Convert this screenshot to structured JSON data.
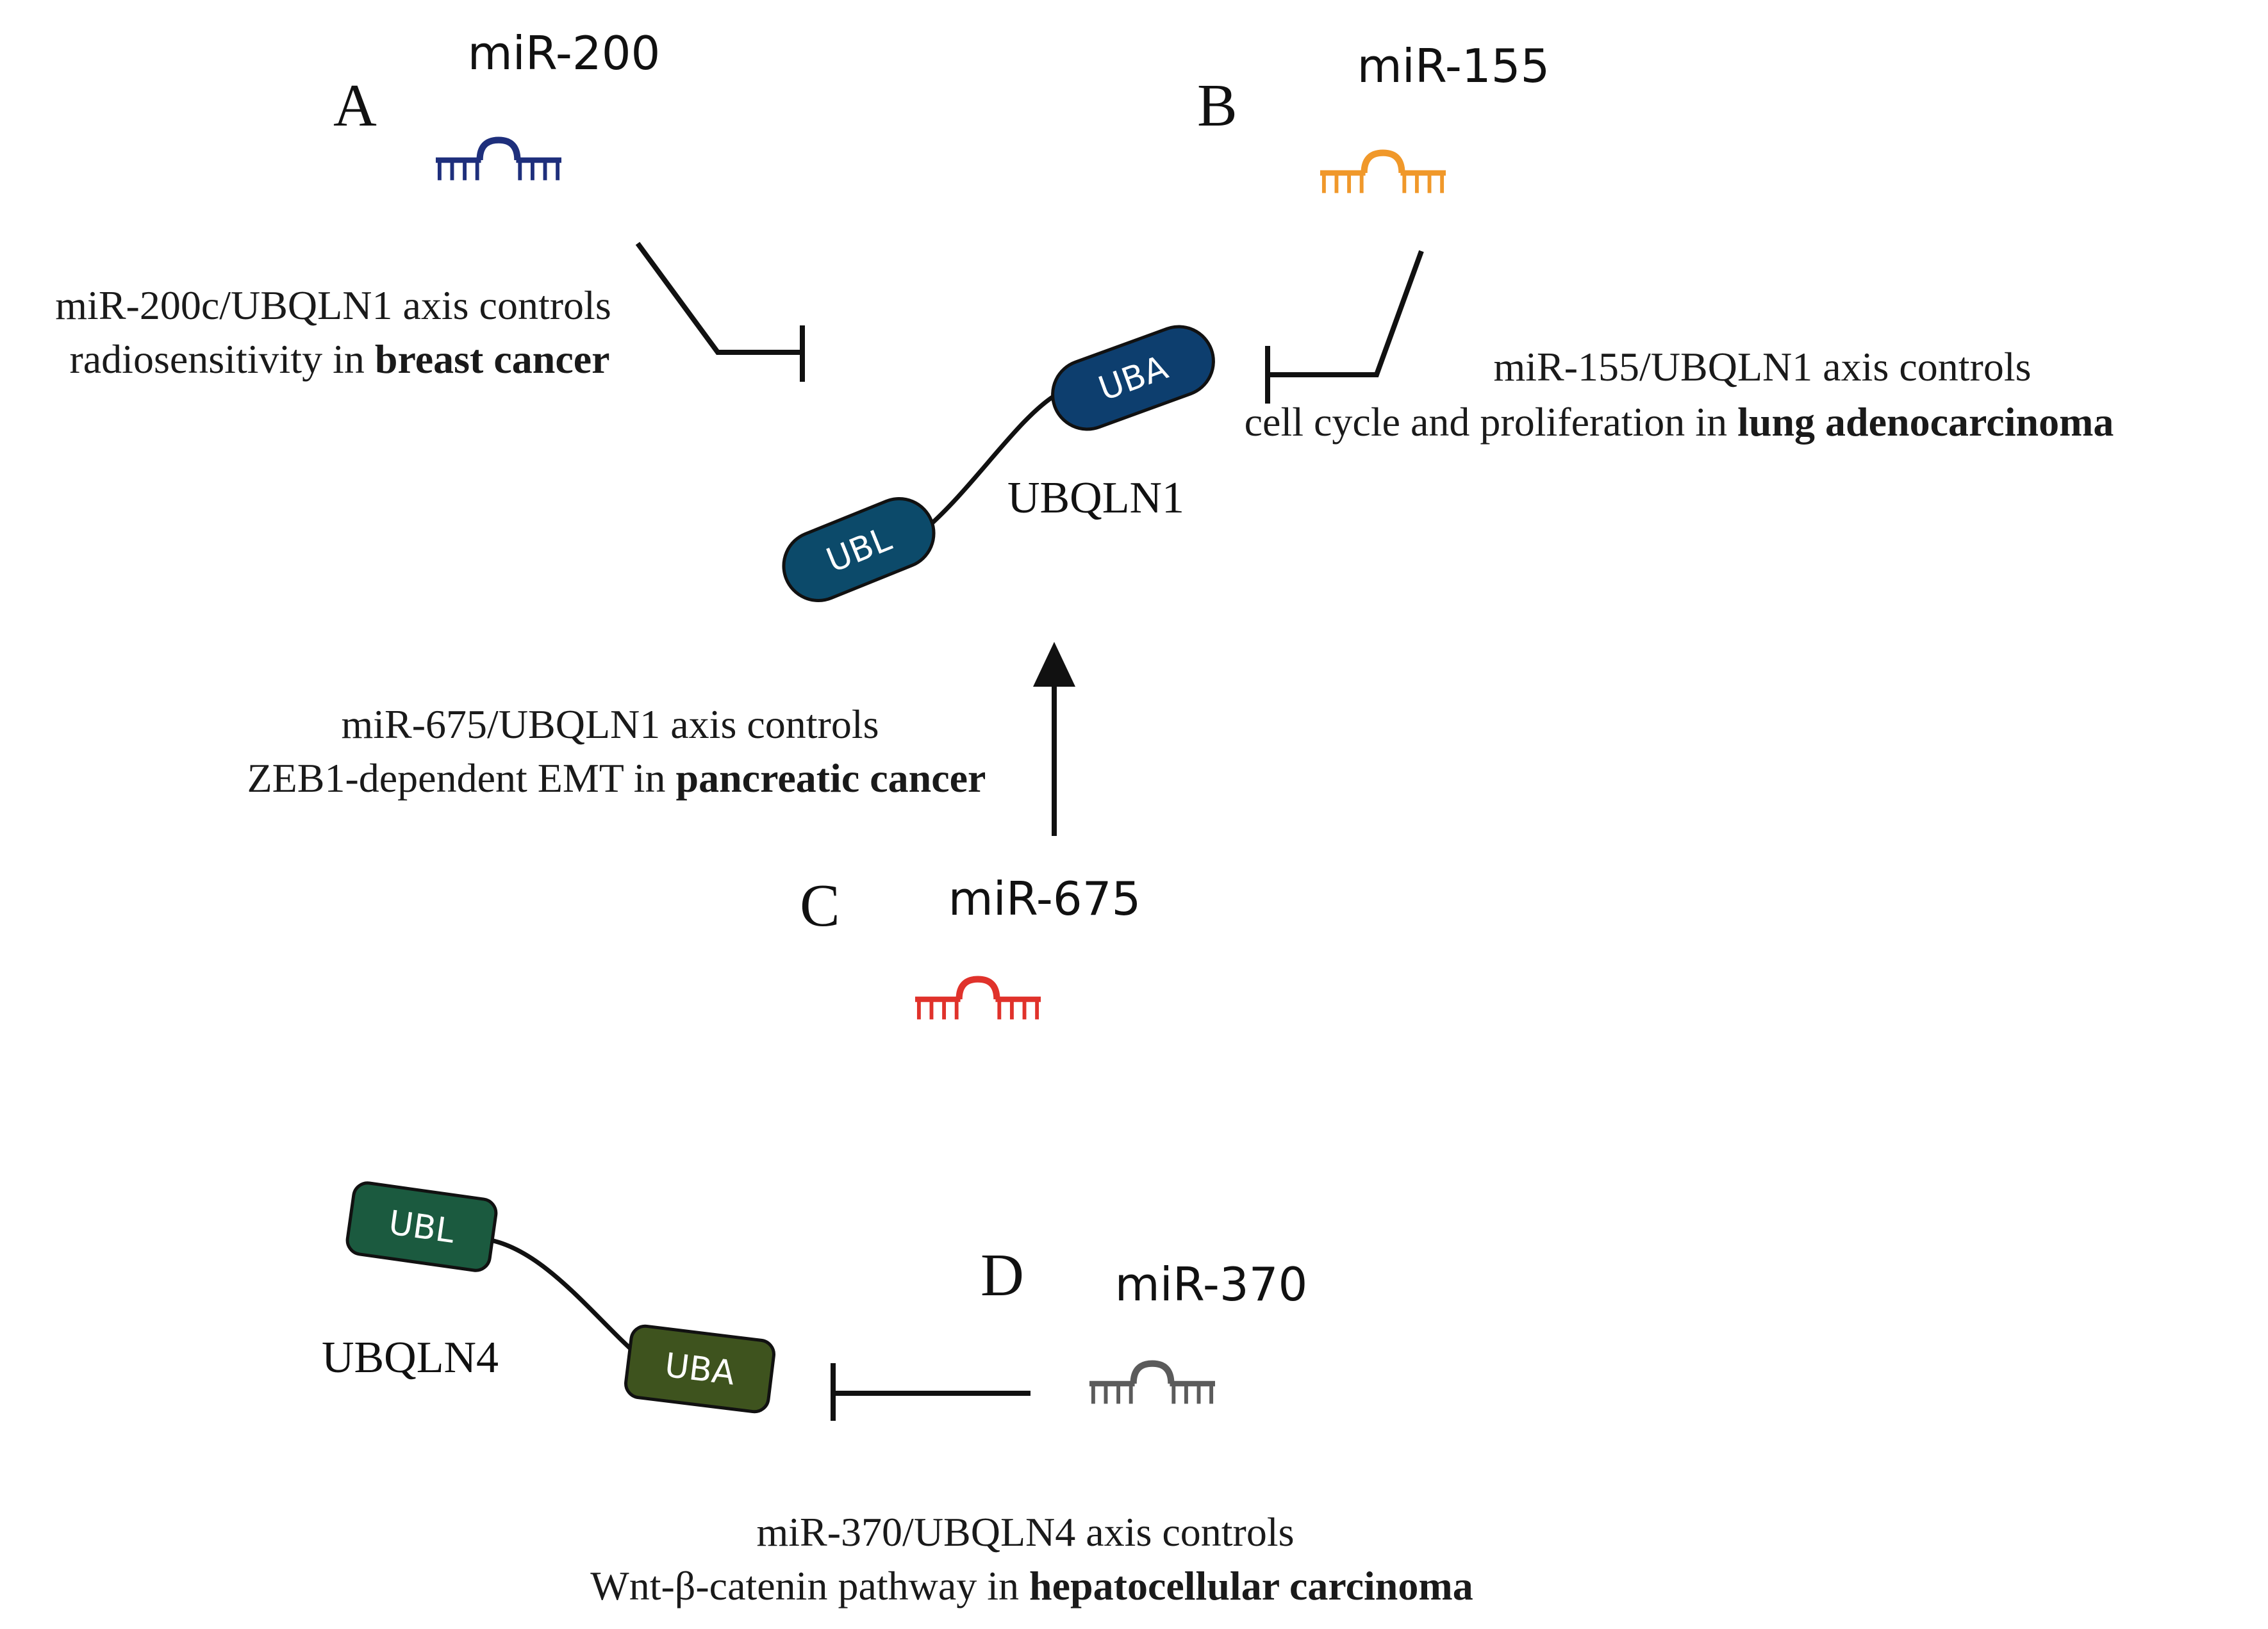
{
  "figure": {
    "panels": {
      "a": "A",
      "b": "B",
      "c": "C",
      "d": "D"
    },
    "mirnas": {
      "mir200": {
        "label": "miR-200",
        "color": "#1e2f7c"
      },
      "mir155": {
        "label": "miR-155",
        "color": "#f0982a"
      },
      "mir675": {
        "label": "miR-675",
        "color": "#e0322b"
      },
      "mir370": {
        "label": "miR-370",
        "color": "#5b5b5b"
      }
    },
    "proteins": {
      "ubqln1": {
        "name": "UBQLN1",
        "ubl": {
          "label": "UBL",
          "color": "#0c4a6a"
        },
        "uba": {
          "label": "UBA",
          "color": "#0d3e6e"
        }
      },
      "ubqln4": {
        "name": "UBQLN4",
        "ubl": {
          "label": "UBL",
          "color": "#1b5a3f"
        },
        "uba": {
          "label": "UBA",
          "color": "#3e531e"
        }
      }
    },
    "captions": {
      "a": {
        "line1": "miR-200c/UBQLN1 axis controls",
        "line2_pre": "radiosensitivity in ",
        "line2_bold": "breast cancer"
      },
      "b": {
        "line1": "miR-155/UBQLN1 axis controls",
        "line2_pre": "cell cycle and proliferation in ",
        "line2_bold": "lung adenocarcinoma"
      },
      "c": {
        "line1": "miR-675/UBQLN1 axis controls",
        "line2_pre": "ZEB1-dependent EMT in ",
        "line2_bold": "pancreatic cancer"
      },
      "d": {
        "line1": "miR-370/UBQLN4 axis controls",
        "line2_pre": "Wnt-β-catenin pathway in ",
        "line2_bold": "hepatocellular carcinoma"
      }
    }
  }
}
